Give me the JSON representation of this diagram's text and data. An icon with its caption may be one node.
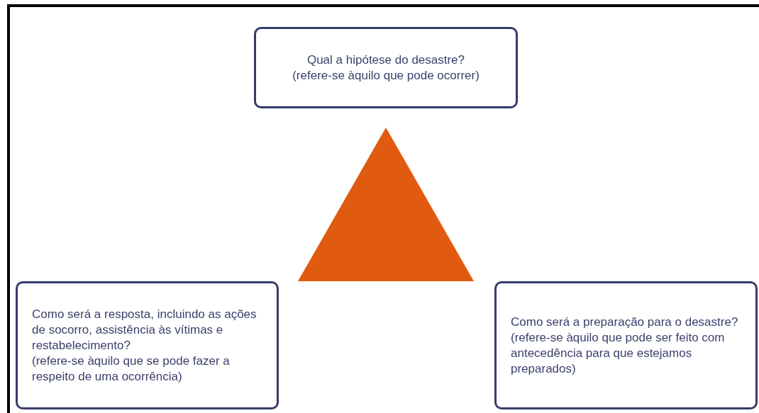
{
  "diagram": {
    "nodes": [
      {
        "text": [
          "Qual a hipótese do desastre?",
          "(refere-se àquilo que pode ocorrer)"
        ]
      },
      {
        "text": [],
        "shape": "triangle"
      },
      {
        "text": [
          "Como será a resposta, incluindo as ações de socorro, assistência às vítimas e restabelecimento?",
          "(refere-se àquilo que se pode fazer a respeito de uma ocorrência)"
        ]
      },
      {
        "text": [
          "Como será a preparação para o desastre?",
          "(refere-se àquilo que pode ser feito com antecedência para que estejamos preparados)"
        ]
      }
    ]
  }
}
